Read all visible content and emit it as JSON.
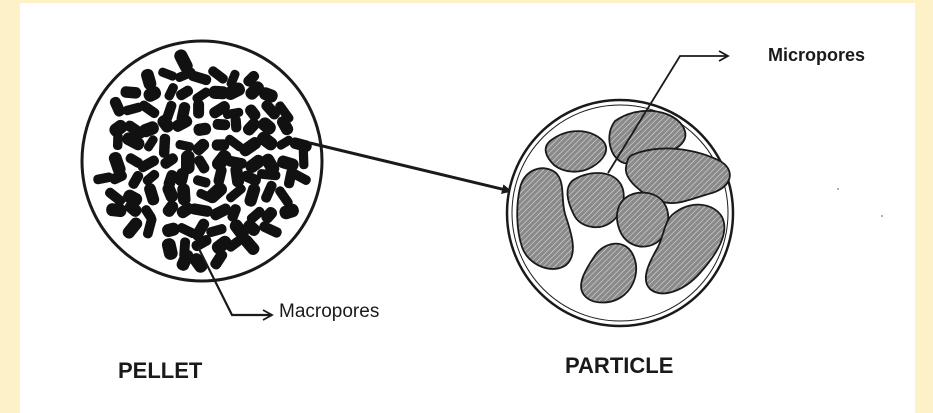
{
  "labels": {
    "micropores": "Micropores",
    "macropores": "Macropores",
    "pellet": "PELLET",
    "particle": "PARTICLE"
  },
  "colors": {
    "page_border": "#fdf1c8",
    "background": "#ffffff",
    "ink": "#1a1a1a",
    "particle_fill": "#8a8a8a"
  }
}
